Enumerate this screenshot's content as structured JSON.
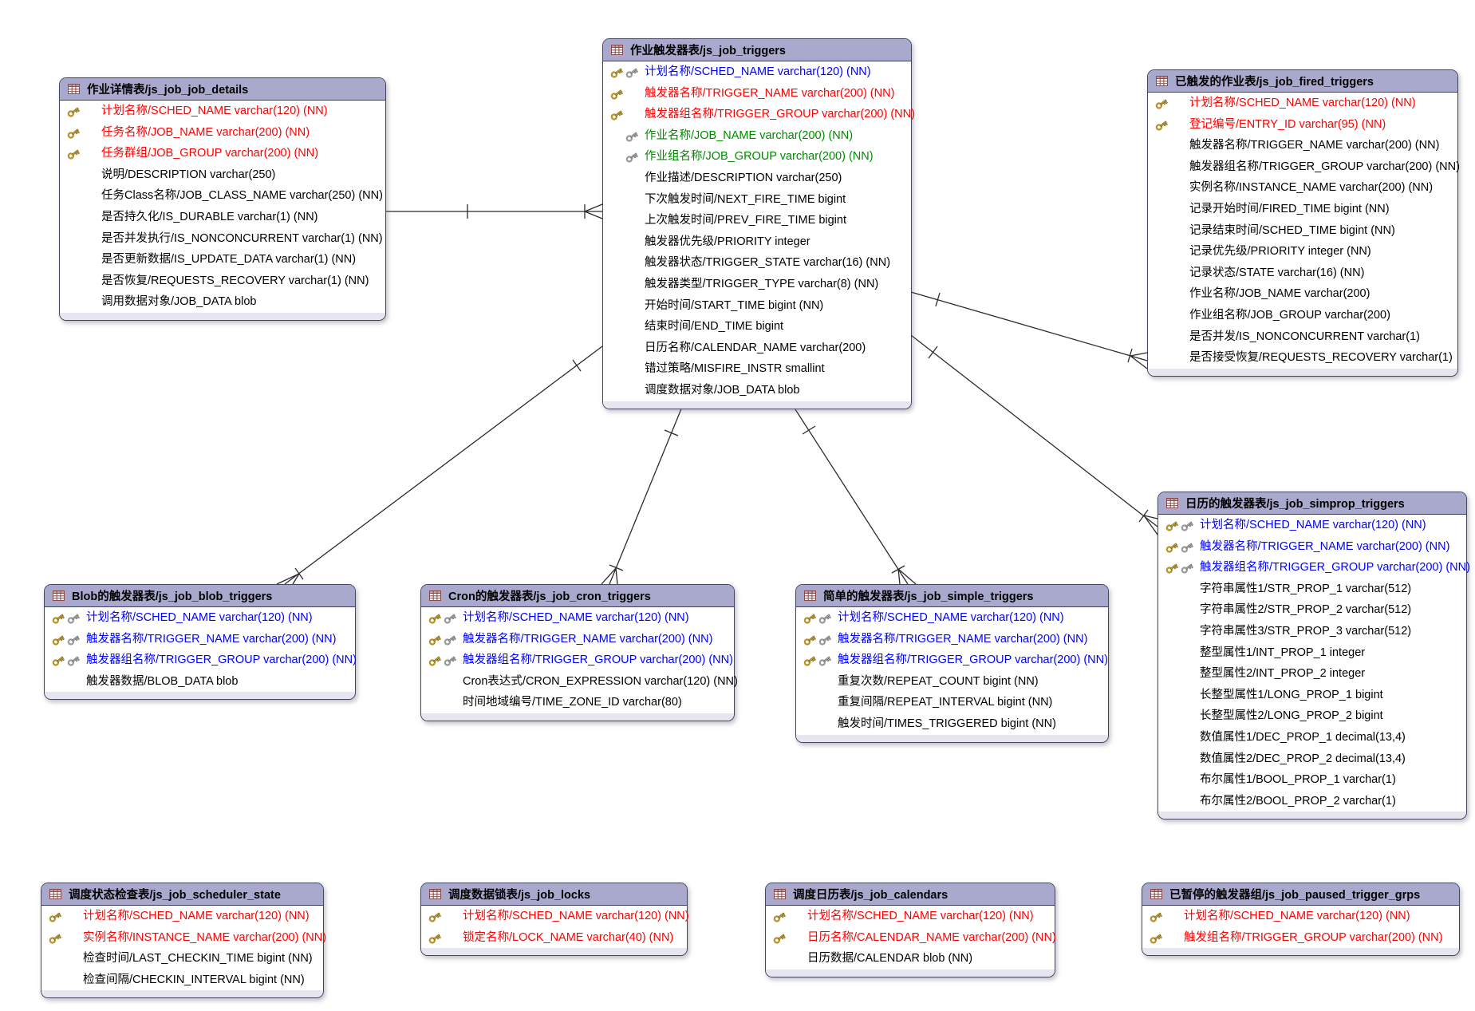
{
  "colors": {
    "header_bg": "#a9a9ce",
    "footer_bg": "#e6e6f0",
    "table_border": "#45455e",
    "relationship_line": "#2b2b2b",
    "field_red_pk": "#ff0000",
    "field_blue_pk_fk": "#0000ff",
    "field_green_fk": "#008a00",
    "field_normal": "#000000",
    "gold_key": "#c9a43b",
    "gray_key": "#a9a9a9"
  },
  "tables": [
    {
      "id": "js_job_job_details",
      "title": "作业详情表/js_job_job_details",
      "fields": [
        {
          "text": "计划名称/SCHED_NAME varchar(120) (NN)",
          "color": "red",
          "keys": [
            "pk"
          ]
        },
        {
          "text": "任务名称/JOB_NAME varchar(200) (NN)",
          "color": "red",
          "keys": [
            "pk"
          ]
        },
        {
          "text": "任务群组/JOB_GROUP varchar(200) (NN)",
          "color": "red",
          "keys": [
            "pk"
          ]
        },
        {
          "text": "说明/DESCRIPTION varchar(250)",
          "color": "black",
          "keys": []
        },
        {
          "text": "任务Class名称/JOB_CLASS_NAME varchar(250) (NN)",
          "color": "black",
          "keys": []
        },
        {
          "text": "是否持久化/IS_DURABLE varchar(1) (NN)",
          "color": "black",
          "keys": []
        },
        {
          "text": "是否并发执行/IS_NONCONCURRENT varchar(1) (NN)",
          "color": "black",
          "keys": []
        },
        {
          "text": "是否更新数据/IS_UPDATE_DATA varchar(1) (NN)",
          "color": "black",
          "keys": []
        },
        {
          "text": "是否恢复/REQUESTS_RECOVERY varchar(1) (NN)",
          "color": "black",
          "keys": []
        },
        {
          "text": "调用数据对象/JOB_DATA blob",
          "color": "black",
          "keys": []
        }
      ]
    },
    {
      "id": "js_job_triggers",
      "title": "作业触发器表/js_job_triggers",
      "fields": [
        {
          "text": "计划名称/SCHED_NAME varchar(120) (NN)",
          "color": "blue",
          "keys": [
            "pk",
            "fk"
          ]
        },
        {
          "text": "触发器名称/TRIGGER_NAME varchar(200) (NN)",
          "color": "red",
          "keys": [
            "pk"
          ]
        },
        {
          "text": "触发器组名称/TRIGGER_GROUP varchar(200) (NN)",
          "color": "red",
          "keys": [
            "pk"
          ]
        },
        {
          "text": "作业名称/JOB_NAME varchar(200) (NN)",
          "color": "green",
          "keys": [
            "fk"
          ]
        },
        {
          "text": "作业组名称/JOB_GROUP varchar(200) (NN)",
          "color": "green",
          "keys": [
            "fk"
          ]
        },
        {
          "text": "作业描述/DESCRIPTION varchar(250)",
          "color": "black",
          "keys": []
        },
        {
          "text": "下次触发时间/NEXT_FIRE_TIME bigint",
          "color": "black",
          "keys": []
        },
        {
          "text": "上次触发时间/PREV_FIRE_TIME bigint",
          "color": "black",
          "keys": []
        },
        {
          "text": "触发器优先级/PRIORITY integer",
          "color": "black",
          "keys": []
        },
        {
          "text": "触发器状态/TRIGGER_STATE varchar(16) (NN)",
          "color": "black",
          "keys": []
        },
        {
          "text": "触发器类型/TRIGGER_TYPE varchar(8) (NN)",
          "color": "black",
          "keys": []
        },
        {
          "text": "开始时间/START_TIME bigint (NN)",
          "color": "black",
          "keys": []
        },
        {
          "text": "结束时间/END_TIME bigint",
          "color": "black",
          "keys": []
        },
        {
          "text": "日历名称/CALENDAR_NAME varchar(200)",
          "color": "black",
          "keys": []
        },
        {
          "text": "错过策略/MISFIRE_INSTR smallint",
          "color": "black",
          "keys": []
        },
        {
          "text": "调度数据对象/JOB_DATA blob",
          "color": "black",
          "keys": []
        }
      ]
    },
    {
      "id": "js_job_fired_triggers",
      "title": "已触发的作业表/js_job_fired_triggers",
      "fields": [
        {
          "text": "计划名称/SCHED_NAME varchar(120) (NN)",
          "color": "red",
          "keys": [
            "pk"
          ]
        },
        {
          "text": "登记编号/ENTRY_ID varchar(95) (NN)",
          "color": "red",
          "keys": [
            "pk"
          ]
        },
        {
          "text": "触发器名称/TRIGGER_NAME varchar(200) (NN)",
          "color": "black",
          "keys": []
        },
        {
          "text": "触发器组名称/TRIGGER_GROUP varchar(200) (NN)",
          "color": "black",
          "keys": []
        },
        {
          "text": "实例名称/INSTANCE_NAME varchar(200) (NN)",
          "color": "black",
          "keys": []
        },
        {
          "text": "记录开始时间/FIRED_TIME bigint (NN)",
          "color": "black",
          "keys": []
        },
        {
          "text": "记录结束时间/SCHED_TIME bigint (NN)",
          "color": "black",
          "keys": []
        },
        {
          "text": "记录优先级/PRIORITY integer (NN)",
          "color": "black",
          "keys": []
        },
        {
          "text": "记录状态/STATE varchar(16) (NN)",
          "color": "black",
          "keys": []
        },
        {
          "text": "作业名称/JOB_NAME varchar(200)",
          "color": "black",
          "keys": []
        },
        {
          "text": "作业组名称/JOB_GROUP varchar(200)",
          "color": "black",
          "keys": []
        },
        {
          "text": "是否并发/IS_NONCONCURRENT varchar(1)",
          "color": "black",
          "keys": []
        },
        {
          "text": "是否接受恢复/REQUESTS_RECOVERY varchar(1)",
          "color": "black",
          "keys": []
        }
      ]
    },
    {
      "id": "js_job_simprop_triggers",
      "title": "日历的触发器表/js_job_simprop_triggers",
      "fields": [
        {
          "text": "计划名称/SCHED_NAME varchar(120) (NN)",
          "color": "blue",
          "keys": [
            "pk",
            "fk"
          ]
        },
        {
          "text": "触发器名称/TRIGGER_NAME varchar(200) (NN)",
          "color": "blue",
          "keys": [
            "pk",
            "fk"
          ]
        },
        {
          "text": "触发器组名称/TRIGGER_GROUP varchar(200) (NN)",
          "color": "blue",
          "keys": [
            "pk",
            "fk"
          ]
        },
        {
          "text": "字符串属性1/STR_PROP_1 varchar(512)",
          "color": "black",
          "keys": []
        },
        {
          "text": "字符串属性2/STR_PROP_2 varchar(512)",
          "color": "black",
          "keys": []
        },
        {
          "text": "字符串属性3/STR_PROP_3 varchar(512)",
          "color": "black",
          "keys": []
        },
        {
          "text": "整型属性1/INT_PROP_1 integer",
          "color": "black",
          "keys": []
        },
        {
          "text": "整型属性2/INT_PROP_2 integer",
          "color": "black",
          "keys": []
        },
        {
          "text": "长整型属性1/LONG_PROP_1 bigint",
          "color": "black",
          "keys": []
        },
        {
          "text": "长整型属性2/LONG_PROP_2 bigint",
          "color": "black",
          "keys": []
        },
        {
          "text": "数值属性1/DEC_PROP_1 decimal(13,4)",
          "color": "black",
          "keys": []
        },
        {
          "text": "数值属性2/DEC_PROP_2 decimal(13,4)",
          "color": "black",
          "keys": []
        },
        {
          "text": "布尔属性1/BOOL_PROP_1 varchar(1)",
          "color": "black",
          "keys": []
        },
        {
          "text": "布尔属性2/BOOL_PROP_2 varchar(1)",
          "color": "black",
          "keys": []
        }
      ]
    },
    {
      "id": "js_job_blob_triggers",
      "title": "Blob的触发器表/js_job_blob_triggers",
      "fields": [
        {
          "text": "计划名称/SCHED_NAME varchar(120) (NN)",
          "color": "blue",
          "keys": [
            "pk",
            "fk"
          ]
        },
        {
          "text": "触发器名称/TRIGGER_NAME varchar(200) (NN)",
          "color": "blue",
          "keys": [
            "pk",
            "fk"
          ]
        },
        {
          "text": "触发器组名称/TRIGGER_GROUP varchar(200) (NN)",
          "color": "blue",
          "keys": [
            "pk",
            "fk"
          ]
        },
        {
          "text": "触发器数据/BLOB_DATA blob",
          "color": "black",
          "keys": []
        }
      ]
    },
    {
      "id": "js_job_cron_triggers",
      "title": "Cron的触发器表/js_job_cron_triggers",
      "fields": [
        {
          "text": "计划名称/SCHED_NAME varchar(120) (NN)",
          "color": "blue",
          "keys": [
            "pk",
            "fk"
          ]
        },
        {
          "text": "触发器名称/TRIGGER_NAME varchar(200) (NN)",
          "color": "blue",
          "keys": [
            "pk",
            "fk"
          ]
        },
        {
          "text": "触发器组名称/TRIGGER_GROUP varchar(200) (NN)",
          "color": "blue",
          "keys": [
            "pk",
            "fk"
          ]
        },
        {
          "text": "Cron表达式/CRON_EXPRESSION varchar(120) (NN)",
          "color": "black",
          "keys": []
        },
        {
          "text": "时间地域编号/TIME_ZONE_ID varchar(80)",
          "color": "black",
          "keys": []
        }
      ]
    },
    {
      "id": "js_job_simple_triggers",
      "title": "简单的触发器表/js_job_simple_triggers",
      "fields": [
        {
          "text": "计划名称/SCHED_NAME varchar(120) (NN)",
          "color": "blue",
          "keys": [
            "pk",
            "fk"
          ]
        },
        {
          "text": "触发器名称/TRIGGER_NAME varchar(200) (NN)",
          "color": "blue",
          "keys": [
            "pk",
            "fk"
          ]
        },
        {
          "text": "触发器组名称/TRIGGER_GROUP varchar(200) (NN)",
          "color": "blue",
          "keys": [
            "pk",
            "fk"
          ]
        },
        {
          "text": "重复次数/REPEAT_COUNT bigint (NN)",
          "color": "black",
          "keys": []
        },
        {
          "text": "重复间隔/REPEAT_INTERVAL bigint (NN)",
          "color": "black",
          "keys": []
        },
        {
          "text": "触发时间/TIMES_TRIGGERED bigint (NN)",
          "color": "black",
          "keys": []
        }
      ]
    },
    {
      "id": "js_job_scheduler_state",
      "title": "调度状态检查表/js_job_scheduler_state",
      "fields": [
        {
          "text": "计划名称/SCHED_NAME varchar(120) (NN)",
          "color": "red",
          "keys": [
            "pk"
          ]
        },
        {
          "text": "实例名称/INSTANCE_NAME varchar(200) (NN)",
          "color": "red",
          "keys": [
            "pk"
          ]
        },
        {
          "text": "检查时间/LAST_CHECKIN_TIME bigint (NN)",
          "color": "black",
          "keys": []
        },
        {
          "text": "检查间隔/CHECKIN_INTERVAL bigint (NN)",
          "color": "black",
          "keys": []
        }
      ]
    },
    {
      "id": "js_job_locks",
      "title": "调度数据锁表/js_job_locks",
      "fields": [
        {
          "text": "计划名称/SCHED_NAME varchar(120) (NN)",
          "color": "red",
          "keys": [
            "pk"
          ]
        },
        {
          "text": "锁定名称/LOCK_NAME varchar(40) (NN)",
          "color": "red",
          "keys": [
            "pk"
          ]
        }
      ]
    },
    {
      "id": "js_job_calendars",
      "title": "调度日历表/js_job_calendars",
      "fields": [
        {
          "text": "计划名称/SCHED_NAME varchar(120) (NN)",
          "color": "red",
          "keys": [
            "pk"
          ]
        },
        {
          "text": "日历名称/CALENDAR_NAME varchar(200) (NN)",
          "color": "red",
          "keys": [
            "pk"
          ]
        },
        {
          "text": "日历数据/CALENDAR blob (NN)",
          "color": "black",
          "keys": []
        }
      ]
    },
    {
      "id": "js_job_paused_trigger_grps",
      "title": "已暂停的触发器组/js_job_paused_trigger_grps",
      "fields": [
        {
          "text": "计划名称/SCHED_NAME varchar(120) (NN)",
          "color": "red",
          "keys": [
            "pk"
          ]
        },
        {
          "text": "触发组名称/TRIGGER_GROUP varchar(200) (NN)",
          "color": "red",
          "keys": [
            "pk"
          ]
        }
      ]
    }
  ],
  "relationships": [
    {
      "one_side": "js_job_job_details",
      "many_side": "js_job_triggers",
      "cardinality": "1:N"
    },
    {
      "one_side": "js_job_triggers",
      "many_side": "js_job_blob_triggers",
      "cardinality": "1:N"
    },
    {
      "one_side": "js_job_triggers",
      "many_side": "js_job_cron_triggers",
      "cardinality": "1:N"
    },
    {
      "one_side": "js_job_triggers",
      "many_side": "js_job_simple_triggers",
      "cardinality": "1:N"
    },
    {
      "one_side": "js_job_triggers",
      "many_side": "js_job_simprop_triggers",
      "cardinality": "1:N"
    },
    {
      "one_side": "js_job_triggers",
      "many_side": "js_job_fired_triggers",
      "cardinality": "1:N"
    }
  ]
}
